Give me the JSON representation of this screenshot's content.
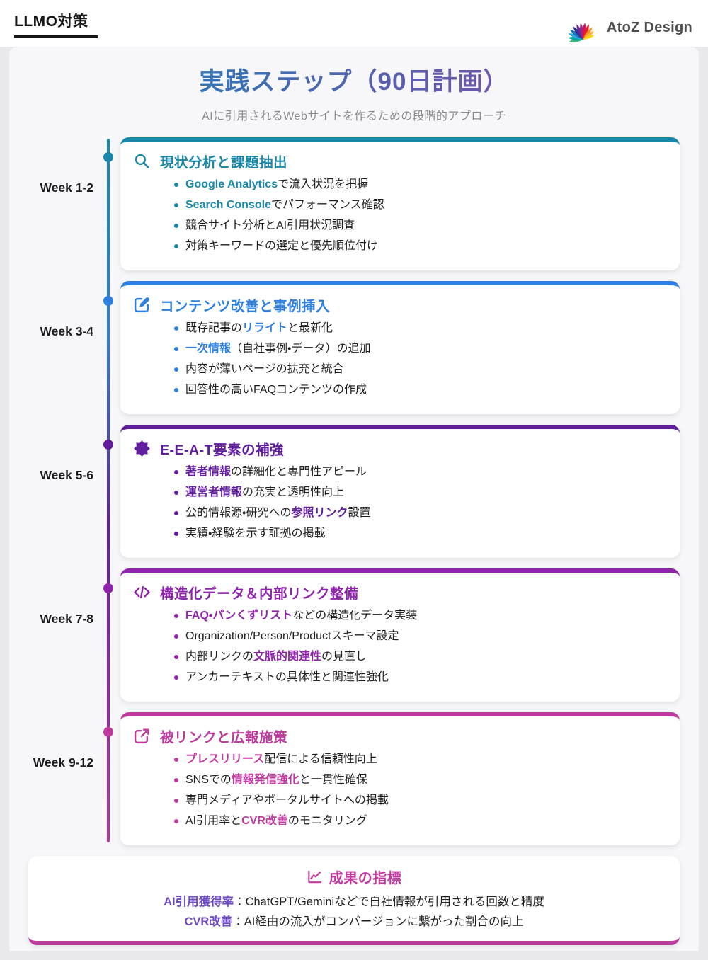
{
  "header": {
    "brand": "LLMO対策",
    "logo_text": "AtoZ Design"
  },
  "page": {
    "title": "実践ステップ（90日計画）",
    "subtitle": "AIに引用されるWebサイトを作るための段階的アプローチ"
  },
  "colors": {
    "title_gradient_start": "#2a79b8",
    "title_gradient_end": "#7b4fa8",
    "timeline_gradient": [
      "#1887a8",
      "#2e7fe0",
      "#611f9e",
      "#8e24aa",
      "#b1399f"
    ]
  },
  "timeline": {
    "steps": [
      {
        "week": "Week 1-2",
        "icon": "search-icon",
        "accent": "#1887a8",
        "title": "現状分析と課題抽出",
        "bullets": [
          [
            {
              "t": "Google Analytics",
              "hl": true
            },
            {
              "t": "で流入状況を把握"
            }
          ],
          [
            {
              "t": "Search Console",
              "hl": true
            },
            {
              "t": "でパフォーマンス確認"
            }
          ],
          [
            {
              "t": "競合サイト分析とAI引用状況調査"
            }
          ],
          [
            {
              "t": "対策キーワードの選定と優先順位付け"
            }
          ]
        ]
      },
      {
        "week": "Week 3-4",
        "icon": "edit-icon",
        "accent": "#2e7fe0",
        "title": "コンテンツ改善と事例挿入",
        "bullets": [
          [
            {
              "t": "既存記事の"
            },
            {
              "t": "リライト",
              "hl": true
            },
            {
              "t": "と最新化"
            }
          ],
          [
            {
              "t": "一次情報",
              "hl": true
            },
            {
              "t": "（自社事例・データ）の追加"
            }
          ],
          [
            {
              "t": "内容が薄いページの拡充と統合"
            }
          ],
          [
            {
              "t": "回答性の高いFAQコンテンツの作成"
            }
          ]
        ]
      },
      {
        "week": "Week 5-6",
        "icon": "seal-icon",
        "accent": "#611f9e",
        "title": "E-E-A-T要素の補強",
        "bullets": [
          [
            {
              "t": "著者情報",
              "hl": true
            },
            {
              "t": "の詳細化と専門性アピール"
            }
          ],
          [
            {
              "t": "運営者情報",
              "hl": true
            },
            {
              "t": "の充実と透明性向上"
            }
          ],
          [
            {
              "t": "公的情報源・研究への"
            },
            {
              "t": "参照リンク",
              "hl": true
            },
            {
              "t": "設置"
            }
          ],
          [
            {
              "t": "実績・経験を示す証拠の掲載"
            }
          ]
        ]
      },
      {
        "week": "Week 7-8",
        "icon": "code-icon",
        "accent": "#8e24aa",
        "title": "構造化データ＆内部リンク整備",
        "bullets": [
          [
            {
              "t": "FAQ・パンくずリスト",
              "hl": true
            },
            {
              "t": "などの構造化データ実装"
            }
          ],
          [
            {
              "t": "Organization/Person/Productスキーマ設定"
            }
          ],
          [
            {
              "t": "内部リンクの"
            },
            {
              "t": "文脈的関連性",
              "hl": true
            },
            {
              "t": "の見直し"
            }
          ],
          [
            {
              "t": "アンカーテキストの具体性と関連性強化"
            }
          ]
        ]
      },
      {
        "week": "Week 9-12",
        "icon": "external-link-icon",
        "accent": "#bf3a9e",
        "title": "被リンクと広報施策",
        "bullets": [
          [
            {
              "t": "プレスリリース",
              "hl": true
            },
            {
              "t": "配信による信頼性向上"
            }
          ],
          [
            {
              "t": "SNSでの"
            },
            {
              "t": "情報発信強化",
              "hl": true
            },
            {
              "t": "と一貫性確保"
            }
          ],
          [
            {
              "t": "専門メディアやポータルサイトへの掲載"
            }
          ],
          [
            {
              "t": "AI引用率と"
            },
            {
              "t": "CVR改善",
              "hl": true
            },
            {
              "t": "のモニタリング"
            }
          ]
        ]
      }
    ]
  },
  "summary": {
    "icon": "chart-line-icon",
    "accent": "#bf3a9e",
    "keyword_color": "#6d4ac2",
    "title": "成果の指標",
    "metrics": [
      {
        "keyword": "AI引用獲得率",
        "text": "：ChatGPT/Geminiなどで自社情報が引用される回数と精度"
      },
      {
        "keyword": "CVR改善",
        "text": "：AI経由の流入がコンバージョンに繋がった割合の向上"
      }
    ]
  }
}
